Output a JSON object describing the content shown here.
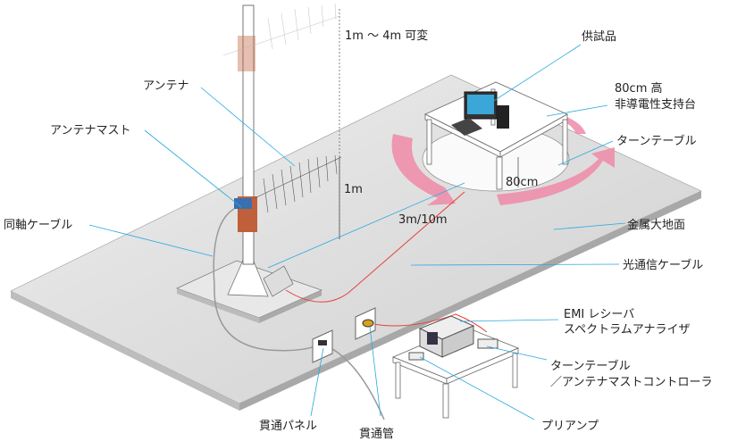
{
  "labels": {
    "height_range": "1m ～ 4m 可変",
    "eut": "供試品",
    "antenna": "アンテナ",
    "table_l1": "80cm 高",
    "table_l2": "非導電性支持台",
    "antenna_mast": "アンテナマスト",
    "turntable": "ターンテーブル",
    "one_m": "1m",
    "eighty_cm": "80cm",
    "coax": "同軸ケーブル",
    "distance": "3m/10m",
    "ground_plane": "金属大地面",
    "optical_cable": "光通信ケーブル",
    "receiver_l1": "EMI レシーバ",
    "receiver_l2": "スペクトラムアナライザ",
    "controller_l1": "ターンテーブル",
    "controller_l2": "／アンテナマストコントローラ",
    "panel": "貫通パネル",
    "tube": "貫通管",
    "preamp": "プリアンプ"
  },
  "colors": {
    "leader": "#29a8e0",
    "arrow": "#ee8aa8",
    "optical": "#e8403a",
    "mount": "#c0603a"
  }
}
